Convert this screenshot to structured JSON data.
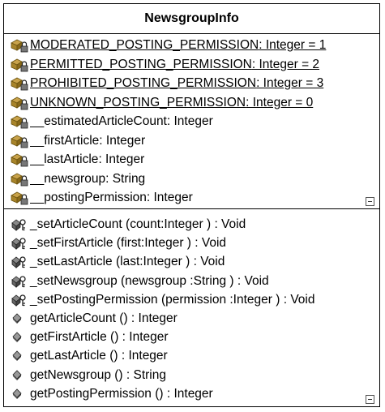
{
  "class_name": "NewsgroupInfo",
  "attributes": [
    {
      "name": "MODERATED_POSTING_PERMISSION",
      "type": ": Integer =  1",
      "static": true,
      "icon": "static-attribute-icon"
    },
    {
      "name": "PERMITTED_POSTING_PERMISSION",
      "type": ": Integer =  2",
      "static": true,
      "icon": "static-attribute-icon"
    },
    {
      "name": "PROHIBITED_POSTING_PERMISSION",
      "type": ": Integer =  3",
      "static": true,
      "icon": "static-attribute-icon"
    },
    {
      "name": "UNKNOWN_POSTING_PERMISSION",
      "type": ": Integer =  0",
      "static": true,
      "icon": "static-attribute-icon"
    },
    {
      "name": "__estimatedArticleCount",
      "type": "  : Integer",
      "static": false,
      "icon": "private-attribute-icon"
    },
    {
      "name": "__firstArticle",
      "type": " : Integer",
      "static": false,
      "icon": "private-attribute-icon"
    },
    {
      "name": "__lastArticle",
      "type": " : Integer",
      "static": false,
      "icon": "private-attribute-icon"
    },
    {
      "name": "__newsgroup",
      "type": "  : String",
      "static": false,
      "icon": "private-attribute-icon"
    },
    {
      "name": "__postingPermission",
      "type": "   : Integer",
      "static": false,
      "icon": "private-attribute-icon"
    }
  ],
  "operations": [
    {
      "text": "_setArticleCount  (count:Integer  ) : Void",
      "visibility": "protected",
      "icon": "protected-operation-icon"
    },
    {
      "text": "_setFirstArticle  (first:Integer  ) : Void",
      "visibility": "protected",
      "icon": "protected-operation-icon"
    },
    {
      "text": "_setLastArticle  (last:Integer  ) : Void",
      "visibility": "protected",
      "icon": "protected-operation-icon"
    },
    {
      "text": "_setNewsgroup   (newsgroup :String  ) : Void",
      "visibility": "protected",
      "icon": "protected-operation-icon"
    },
    {
      "text": "_setPostingPermission   (permission :Integer  ) : Void",
      "visibility": "protected",
      "icon": "protected-operation-icon"
    },
    {
      "text": "getArticleCount () : Integer",
      "visibility": "public",
      "icon": "public-operation-icon"
    },
    {
      "text": "getFirstArticle () : Integer",
      "visibility": "public",
      "icon": "public-operation-icon"
    },
    {
      "text": "getLastArticle () : Integer",
      "visibility": "public",
      "icon": "public-operation-icon"
    },
    {
      "text": "getNewsgroup  () : String",
      "visibility": "public",
      "icon": "public-operation-icon"
    },
    {
      "text": "getPostingPermission   () : Integer",
      "visibility": "public",
      "icon": "public-operation-icon"
    }
  ]
}
